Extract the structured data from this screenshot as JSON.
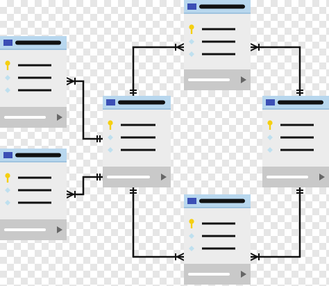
{
  "diagram": {
    "type": "entity-relationship",
    "tables": [
      {
        "id": "table-left-top",
        "rows": [
          "primary-key",
          "field",
          "field"
        ]
      },
      {
        "id": "table-left-bottom",
        "rows": [
          "primary-key",
          "field",
          "field"
        ]
      },
      {
        "id": "table-center",
        "rows": [
          "primary-key",
          "field",
          "field"
        ]
      },
      {
        "id": "table-top",
        "rows": [
          "primary-key",
          "field",
          "field"
        ]
      },
      {
        "id": "table-right",
        "rows": [
          "primary-key",
          "field",
          "field"
        ]
      },
      {
        "id": "table-bottom",
        "rows": [
          "primary-key",
          "field",
          "field"
        ]
      }
    ],
    "relationships": [
      {
        "from": "table-left-top",
        "to": "table-center",
        "from_end": "many",
        "to_end": "one"
      },
      {
        "from": "table-left-bottom",
        "to": "table-center",
        "from_end": "many",
        "to_end": "one"
      },
      {
        "from": "table-center",
        "to": "table-top",
        "from_end": "one",
        "to_end": "many"
      },
      {
        "from": "table-top",
        "to": "table-right",
        "from_end": "many",
        "to_end": "one"
      },
      {
        "from": "table-center",
        "to": "table-bottom",
        "from_end": "one",
        "to_end": "many"
      },
      {
        "from": "table-right",
        "to": "table-bottom",
        "from_end": "one",
        "to_end": "many"
      }
    ],
    "icons": {
      "primary_key": "key-icon",
      "field_marker": "diamond-icon",
      "footer_arrow": "play-arrow-icon"
    },
    "colors": {
      "header": "#b8d7ee",
      "header_square": "#3b4fb5",
      "header_bar": "#111111",
      "body": "#ececec",
      "footer": "#c9c9c9",
      "key": "#f5cf10",
      "diamond": "#bfe0ef",
      "lines": "#111111"
    }
  }
}
